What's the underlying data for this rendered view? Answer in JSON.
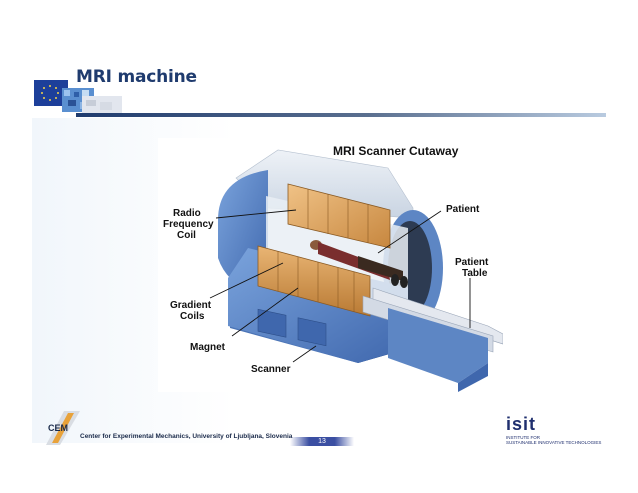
{
  "slide": {
    "title": "MRI machine",
    "page_number": "13"
  },
  "diagram": {
    "title": "MRI Scanner Cutaway",
    "labels": {
      "radio_1": "Radio",
      "radio_2": "Frequency",
      "radio_3": "Coil",
      "gradient_1": "Gradient",
      "gradient_2": "Coils",
      "magnet": "Magnet",
      "scanner": "Scanner",
      "patient": "Patient",
      "table_1": "Patient",
      "table_2": "Table"
    }
  },
  "footer": {
    "cem_logo_text": "CEM",
    "institution": "Center for Experimental Mechanics, University of Ljubljana, Slovenia",
    "isit_logo": "isit",
    "isit_tag_1": "INSTITUTE FOR",
    "isit_tag_2": "SUSTAINABLE INNOVATIVE TECHNOLOGIES"
  },
  "colors": {
    "title": "#1f3b6e",
    "rule_start": "#1f3b6e",
    "rule_end": "#b9cbe0",
    "scanner_blue": "#5d86c4",
    "coil_orange": "#d9a25f"
  }
}
